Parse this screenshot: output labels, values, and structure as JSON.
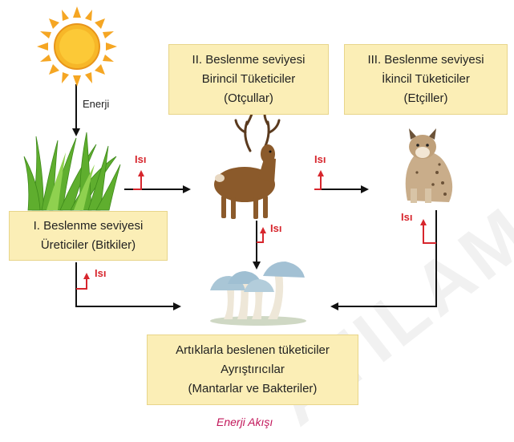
{
  "colors": {
    "box_fill": "#fbeeb6",
    "heat_arrow": "#d7262d",
    "flow_arrow": "#111111",
    "caption": "#c2185b"
  },
  "icons": [
    "sun-icon",
    "grass-icon",
    "deer-icon",
    "lynx-icon",
    "mushroom-icon"
  ],
  "labels": {
    "energy": "Enerji",
    "heat": "Isı",
    "caption": "Enerji Akışı",
    "watermark": "ATILAMAZ"
  },
  "producer": {
    "line1": "I. Beslenme seviyesi",
    "line2": "Üreticiler (Bitkiler)"
  },
  "primary": {
    "line1": "II. Beslenme seviyesi",
    "line2": "Birincil Tüketiciler",
    "line3": "(Otçullar)"
  },
  "secondary": {
    "line1": "III. Beslenme seviyesi",
    "line2": "İkincil Tüketiciler",
    "line3": "(Etçiller)"
  },
  "decomposer": {
    "line1": "Artıklarla beslenen tüketiciler",
    "line2": "Ayrıştırıcılar",
    "line3": "(Mantarlar ve Bakteriler)"
  }
}
